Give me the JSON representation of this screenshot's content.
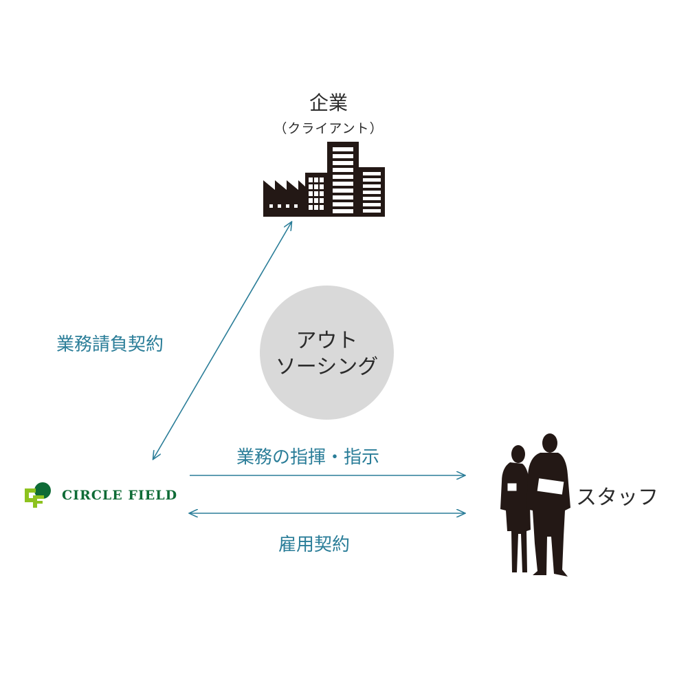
{
  "client": {
    "title": "企業",
    "subtitle": "（クライアント）"
  },
  "center": {
    "line1": "アウト",
    "line2": "ソーシング"
  },
  "labels": {
    "contract": "業務請負契約",
    "command": "業務の指揮・指示",
    "employment": "雇用契約"
  },
  "staff": {
    "label": "スタッフ"
  },
  "logo": {
    "text": "CIRCLE FIELD",
    "monogram": "CF"
  },
  "colors": {
    "arrow": "#2a7d98",
    "circle": "#d9d9d9",
    "logo_green": "#0e6b36",
    "logo_lime": "#8dc21f"
  }
}
